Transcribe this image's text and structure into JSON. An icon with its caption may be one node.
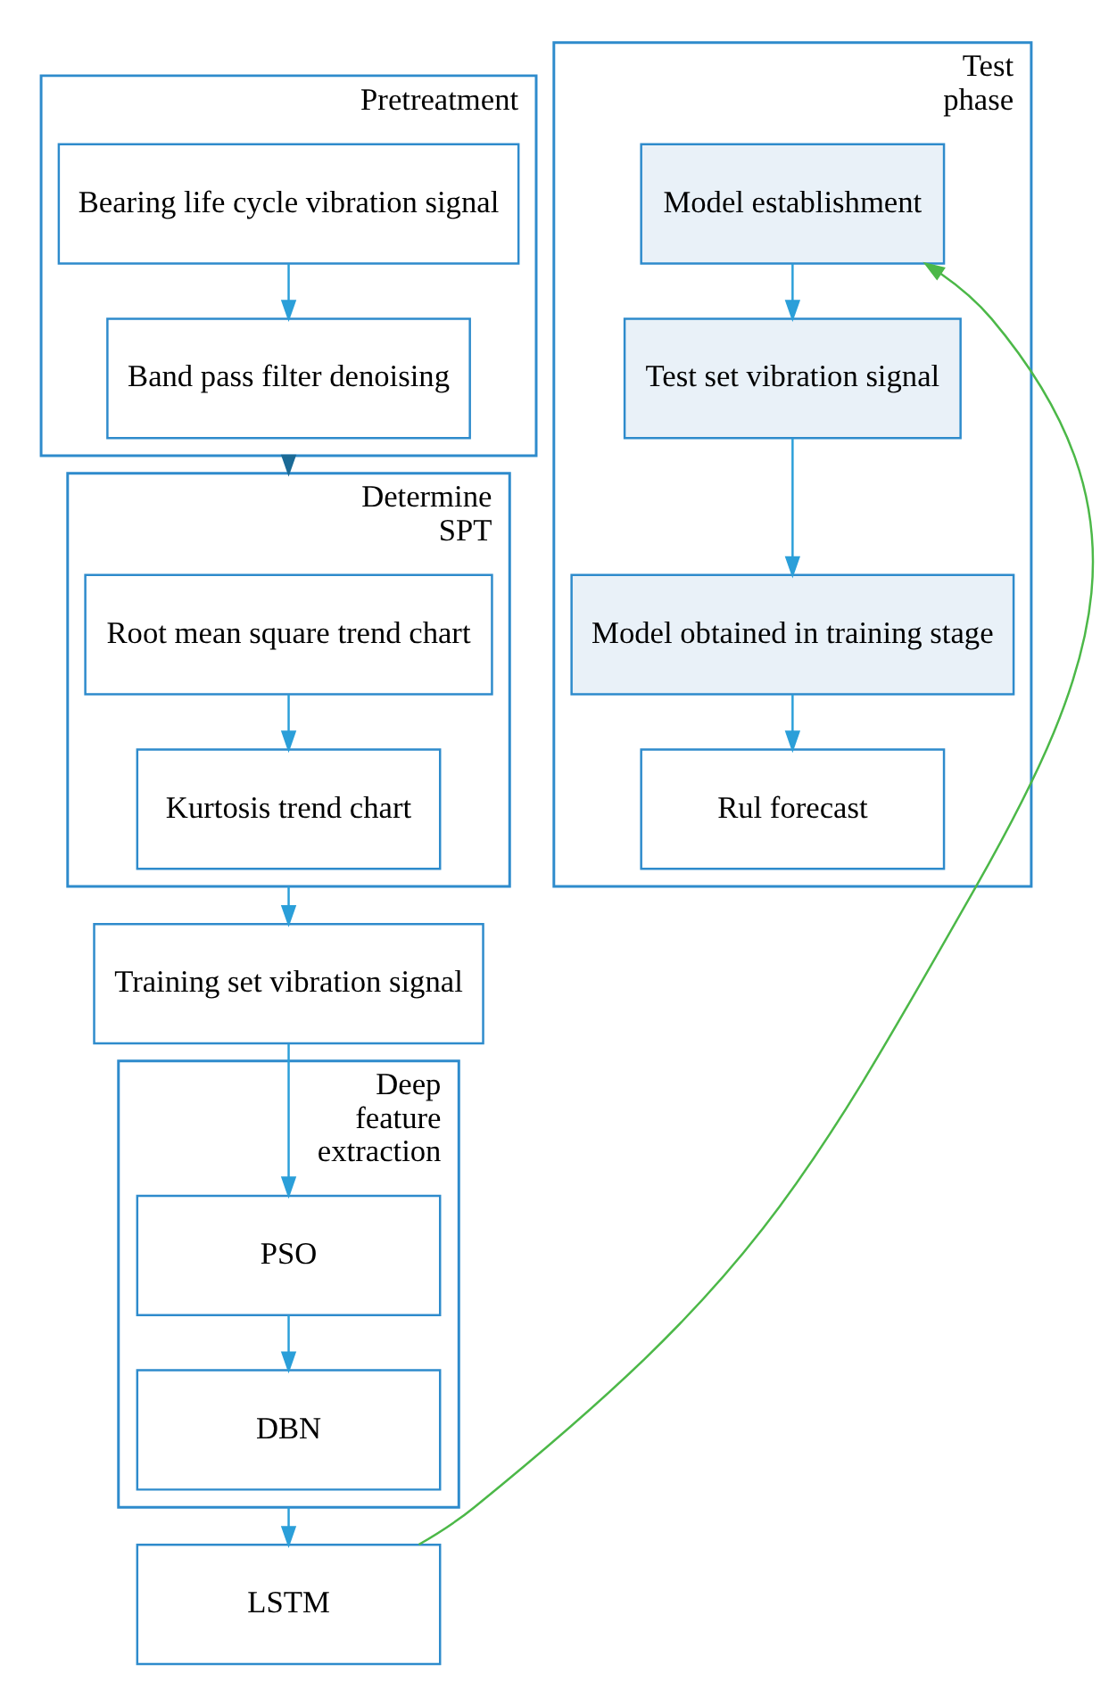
{
  "diagram": {
    "nodes": [
      {
        "text": [
          "Pretreatment"
        ]
      },
      {
        "text": [
          "Bearing life cycle vibration signal"
        ],
        "in": 0
      },
      {
        "text": [
          "Band pass filter denoising"
        ],
        "in": 0
      },
      {
        "text": [
          "Determine SPT"
        ]
      },
      {
        "text": [
          "Root mean square trend chart"
        ],
        "in": 3
      },
      {
        "text": [
          "Kurtosis trend chart"
        ],
        "in": 3
      },
      {
        "text": [
          "Training set vibration signal"
        ]
      },
      {
        "text": [
          "Deep feature extraction"
        ]
      },
      {
        "text": [
          "PSO"
        ],
        "in": 7
      },
      {
        "text": [
          "DBN"
        ],
        "in": 7
      },
      {
        "text": [
          "LSTM"
        ]
      },
      {
        "text": [
          "Test phase"
        ]
      },
      {
        "text": [
          "Model establishment"
        ],
        "in": 11
      },
      {
        "text": [
          "Test set vibration signal"
        ],
        "in": 11
      },
      {
        "text": [
          "Model obtained in training stage"
        ],
        "in": 11
      },
      {
        "text": [
          "Rul forecast"
        ],
        "in": 11
      }
    ],
    "edges": [
      {
        "from": 1,
        "to": 2,
        "arrow": "to"
      },
      {
        "from": 0,
        "to": 3,
        "arrow": "to",
        "color": "#1b6a96"
      },
      {
        "from": 4,
        "to": 5,
        "arrow": "to"
      },
      {
        "from": 3,
        "to": 6,
        "arrow": "to"
      },
      {
        "from": 6,
        "to": 8,
        "arrow": "to"
      },
      {
        "from": 8,
        "to": 9,
        "arrow": "to"
      },
      {
        "from": 7,
        "to": 10,
        "arrow": "to"
      },
      {
        "from": 10,
        "to": 12,
        "arrow": "to",
        "color": "#4cb848"
      },
      {
        "from": 12,
        "to": 13,
        "arrow": "to"
      },
      {
        "from": 13,
        "to": 14,
        "arrow": "to"
      },
      {
        "from": 14,
        "to": 15,
        "arrow": "to"
      }
    ]
  }
}
